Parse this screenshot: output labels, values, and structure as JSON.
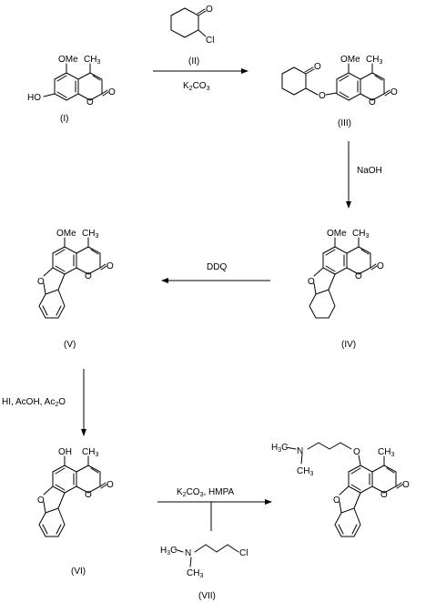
{
  "compounds": {
    "I": {
      "label": "(I)",
      "substituents": {
        "top": "OMe",
        "methyl": "CH3",
        "hydroxy": "HO",
        "ring_o": "O",
        "carbonyl_o": "O"
      }
    },
    "II": {
      "label": "(II)",
      "substituents": {
        "carbonyl_o": "O",
        "chloro": "Cl"
      }
    },
    "III": {
      "label": "(III)",
      "substituents": {
        "top": "OMe",
        "methyl": "CH3",
        "ketone_o": "O",
        "ether_o": "O",
        "ring_o": "O",
        "carbonyl_o": "O"
      }
    },
    "IV": {
      "label": "(IV)",
      "substituents": {
        "top": "OMe",
        "methyl": "CH3",
        "furan_o": "O",
        "ring_o": "O",
        "carbonyl_o": "O"
      }
    },
    "V": {
      "label": "(V)",
      "substituents": {
        "top": "OMe",
        "methyl": "CH3",
        "furan_o": "O",
        "ring_o": "O",
        "carbonyl_o": "O"
      }
    },
    "VI": {
      "label": "(VI)",
      "substituents": {
        "top": "OH",
        "methyl": "CH3",
        "furan_o": "O",
        "ring_o": "O",
        "carbonyl_o": "O"
      }
    },
    "VII": {
      "label": "(VII)",
      "substituents": {
        "methyl_1": "H3C",
        "nitrogen": "N",
        "methyl_2": "CH3",
        "chloro": "Cl"
      }
    },
    "product": {
      "substituents": {
        "methyl_1": "H3C",
        "nitrogen": "N",
        "methyl_2": "CH3",
        "ether_o": "O",
        "methyl": "CH3",
        "furan_o": "O",
        "ring_o": "O",
        "carbonyl_o": "O"
      }
    }
  },
  "reactions": {
    "step1": {
      "reagent_below": "K2CO3"
    },
    "step2": {
      "reagent": "NaOH"
    },
    "step3": {
      "reagent": "DDQ"
    },
    "step4": {
      "reagent": "HI, AcOH, Ac2O"
    },
    "step5": {
      "reagent_above": "K2CO3, HMPA"
    }
  }
}
